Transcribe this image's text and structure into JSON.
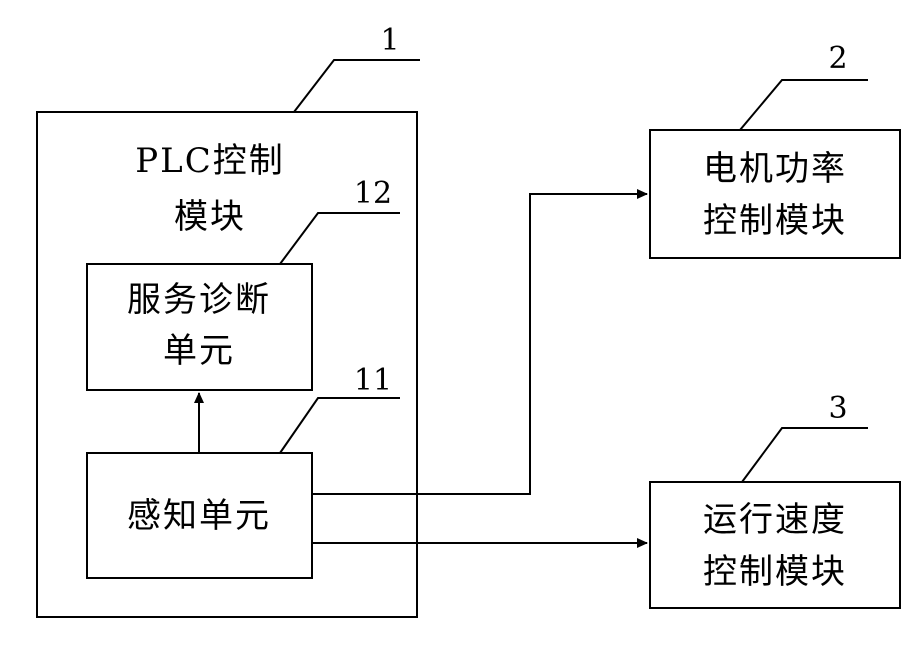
{
  "plc_module": {
    "label_line1": "PLC控制",
    "label_line2": "模块",
    "ref": "1"
  },
  "service_diagnosis_unit": {
    "label_line1": "服务诊断",
    "label_line2": "单元",
    "ref": "12"
  },
  "sensing_unit": {
    "label": "感知单元",
    "ref": "11"
  },
  "motor_power_module": {
    "label_line1": "电机功率",
    "label_line2": "控制模块",
    "ref": "2"
  },
  "speed_module": {
    "label_line1": "运行速度",
    "label_line2": "控制模块",
    "ref": "3"
  }
}
